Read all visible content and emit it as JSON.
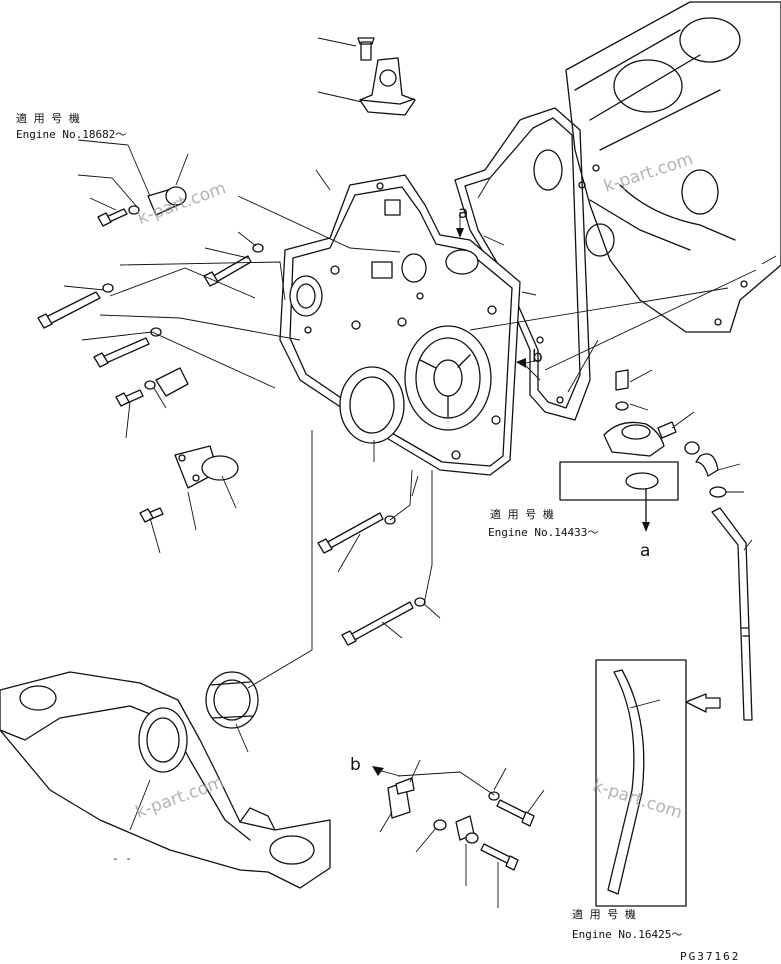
{
  "notes": {
    "top_left": {
      "line1": "適 用 号 機",
      "line2": "Engine No.18682～"
    },
    "middle_right": {
      "line1": "適 用 号 機",
      "line2": "Engine No.14433～"
    },
    "bottom_right": {
      "line1": "適 用 号 機",
      "line2": "Engine No.16425～"
    }
  },
  "refs": {
    "a_top": "a",
    "b_top": "b",
    "a_mid": "a",
    "b_low": "b"
  },
  "watermarks": [
    "k-part.com",
    "k-part.com",
    "k-part.com",
    "k-part.com"
  ],
  "drawing_code": "PG37162",
  "small_mark": "- -"
}
